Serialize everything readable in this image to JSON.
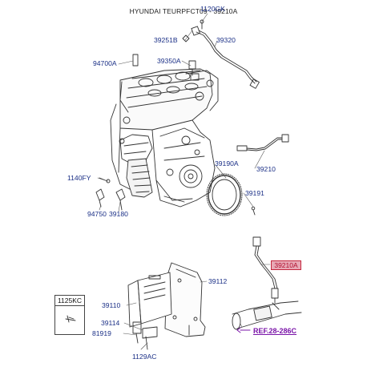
{
  "diagram": {
    "title": "HYUNDAI TEURPFCT09 - 39210A",
    "labels": {
      "p1120GK": "1120GK",
      "p39251B": "39251B",
      "p39320": "39320",
      "p94700A": "94700A",
      "p39350A": "39350A",
      "p39190A": "39190A",
      "p39210": "39210",
      "p1140FY": "1140FY",
      "p39191": "39191",
      "p94750": "94750",
      "p39180": "39180",
      "p39210A": "39210A",
      "p39112": "39112",
      "p39110": "39110",
      "p1125KC": "1125KC",
      "p39114": "39114",
      "p81919": "81919",
      "p1129AC": "1129AC"
    },
    "reference": "REF.28-286C",
    "colors": {
      "label": "#1a2f86",
      "highlight_fill": "#e8a9b6",
      "highlight_border": "#c4283f",
      "reference": "#7a14a8"
    }
  }
}
